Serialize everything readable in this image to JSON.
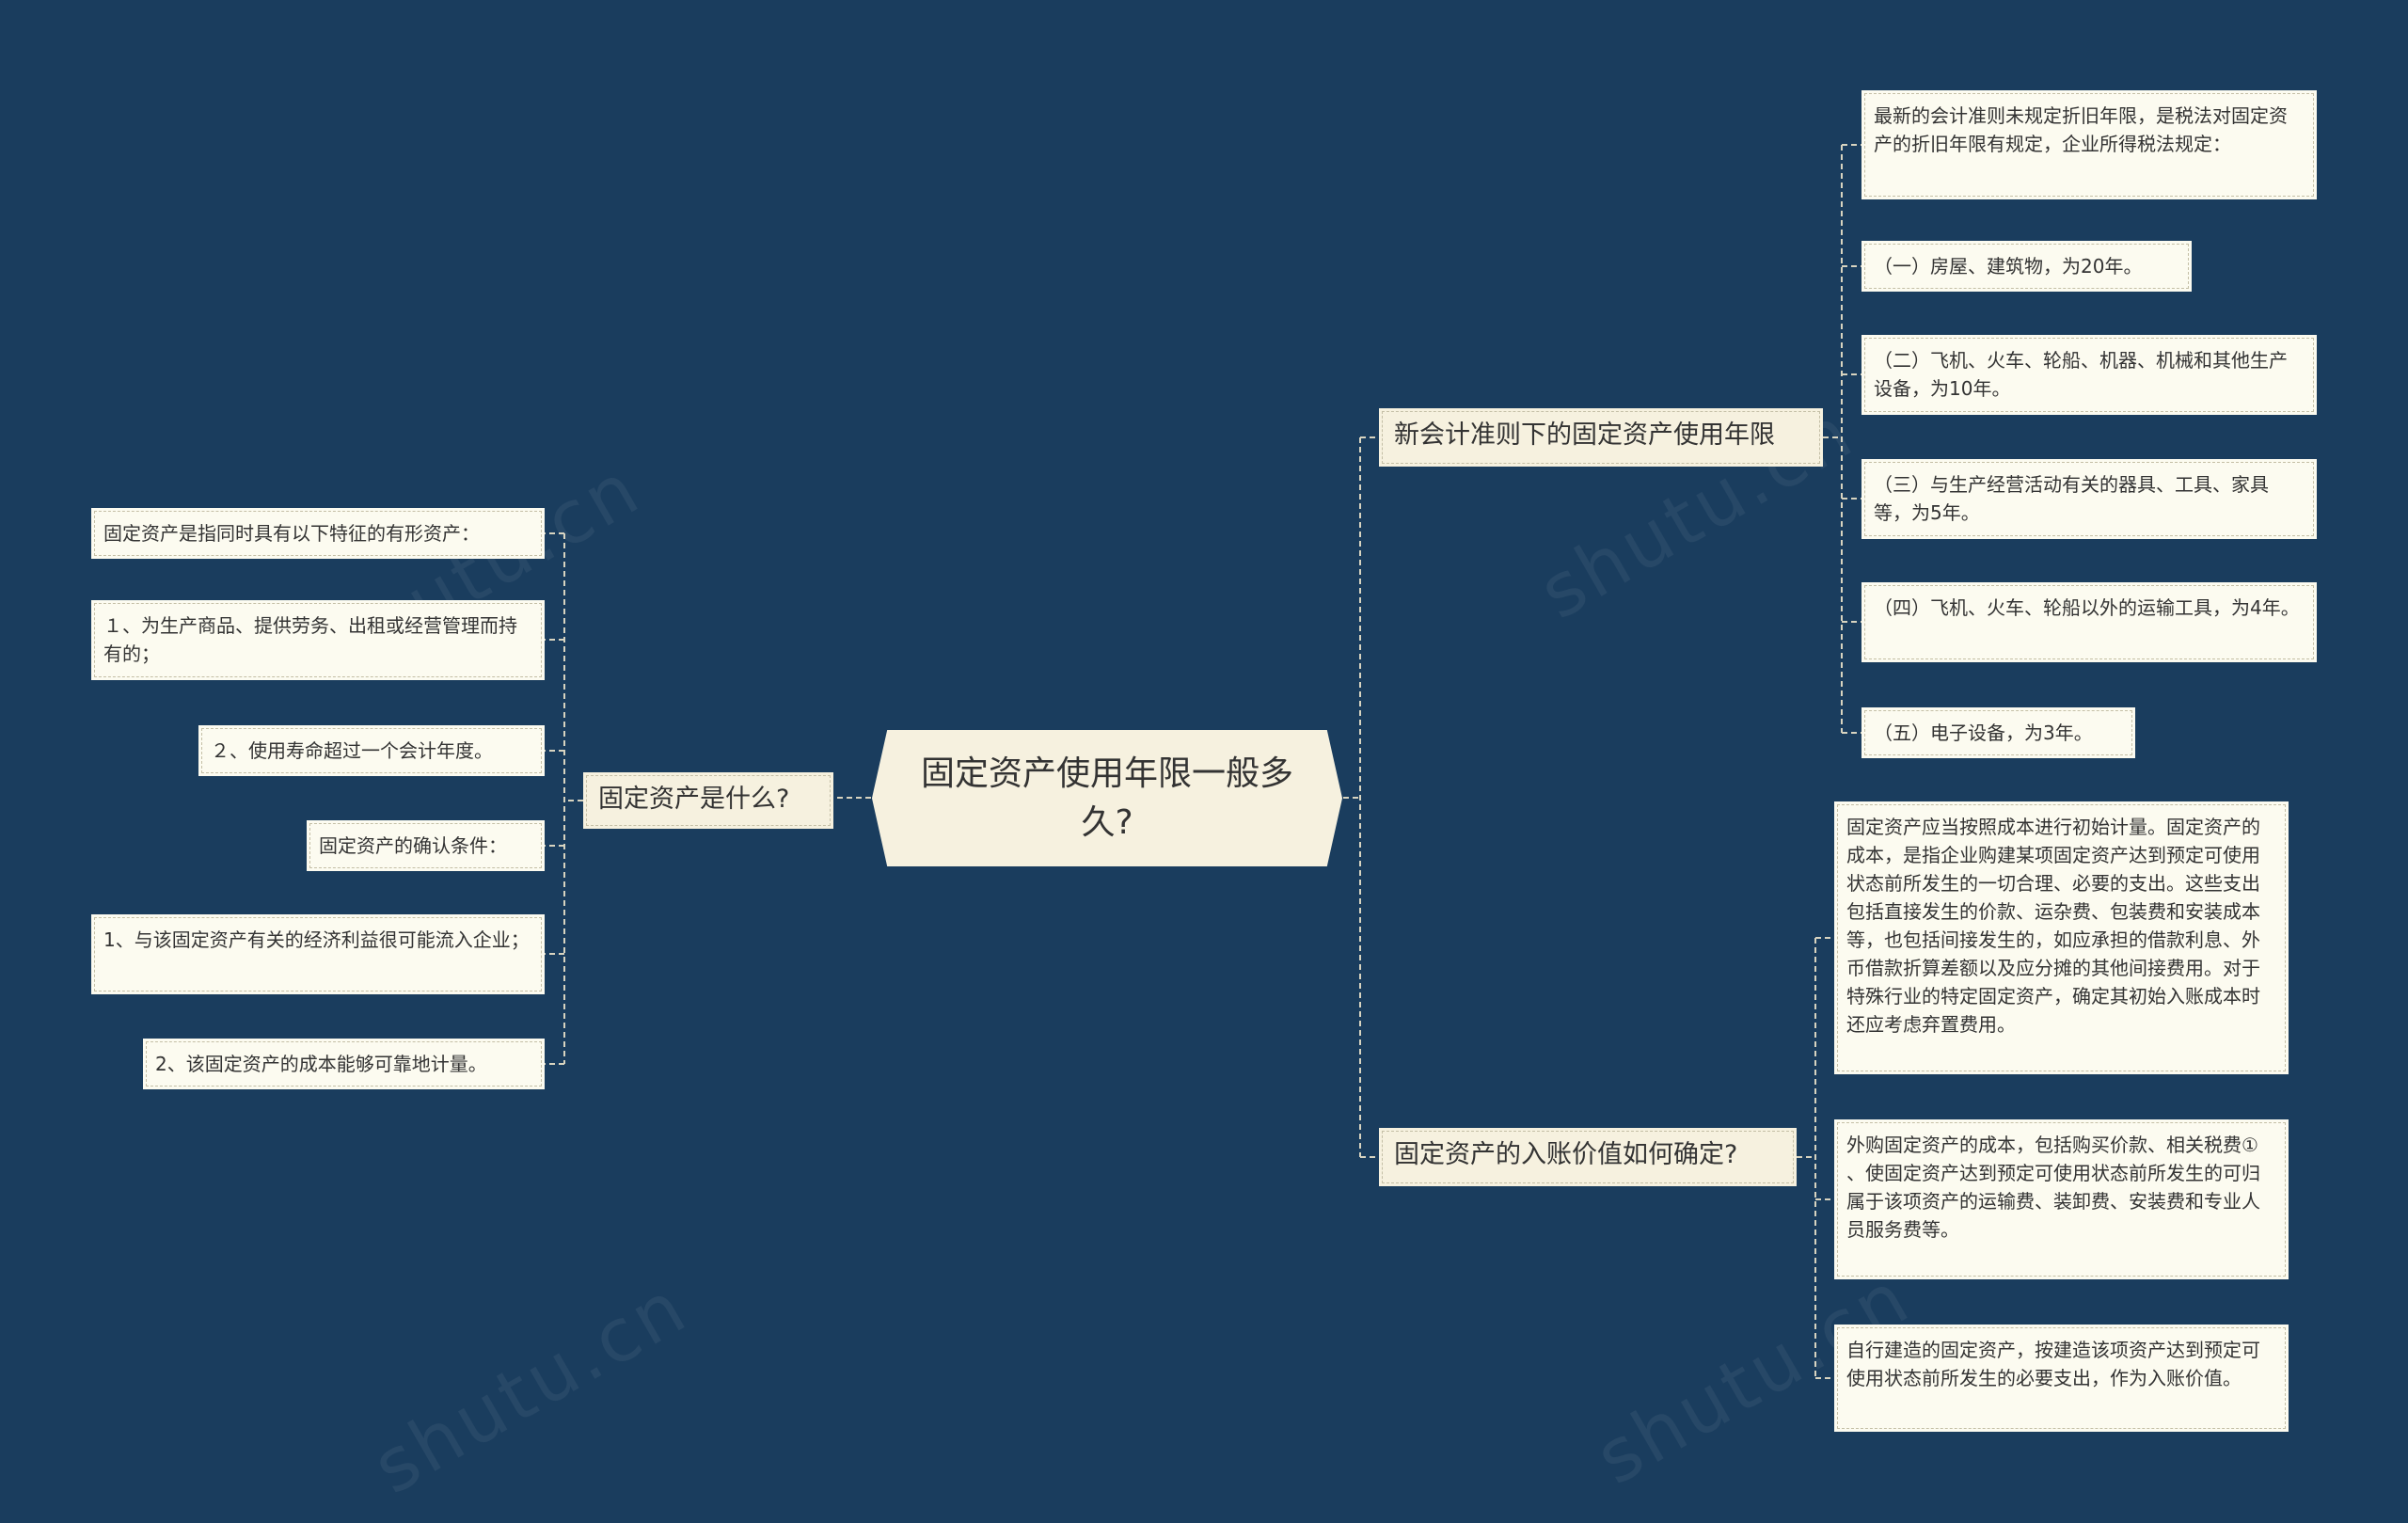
{
  "colors": {
    "background": "#1a3d5e",
    "node_fill": "#fcfbf0",
    "root_fill": "#f6f1df",
    "link": "#d8d4c0"
  },
  "root": {
    "text": "固定资产使用年限一般多久?"
  },
  "branches": {
    "left": {
      "title": "固定资产是什么?",
      "children": [
        "固定资产是指同时具有以下特征的有形资产：",
        "１、为生产商品、提供劳务、出租或经营管理而持有的；",
        "２、使用寿命超过一个会计年度。",
        "固定资产的确认条件：",
        "1、与该固定资产有关的经济利益很可能流入企业；",
        "2、该固定资产的成本能够可靠地计量。"
      ]
    },
    "right_top": {
      "title": "新会计准则下的固定资产使用年限",
      "children": [
        "最新的会计准则未规定折旧年限，是税法对固定资产的折旧年限有规定，企业所得税法规定：",
        "（一）房屋、建筑物，为20年。",
        "（二）飞机、火车、轮船、机器、机械和其他生产设备，为10年。",
        "（三）与生产经营活动有关的器具、工具、家具等，为5年。",
        "（四）飞机、火车、轮船以外的运输工具，为4年。",
        "（五）电子设备，为3年。"
      ]
    },
    "right_bottom": {
      "title": "固定资产的入账价值如何确定?",
      "children": [
        "固定资产应当按照成本进行初始计量。固定资产的成本，是指企业购建某项固定资产达到预定可使用状态前所发生的一切合理、必要的支出。这些支出包括直接发生的价款、运杂费、包装费和安装成本等，也包括间接发生的，如应承担的借款利息、外币借款折算差额以及应分摊的其他间接费用。对于特殊行业的特定固定资产，确定其初始入账成本时还应考虑弃置费用。",
        "外购固定资产的成本，包括购买价款、相关税费①\n、使固定资产达到预定可使用状态前所发生的可归属于该项资产的运输费、装卸费、安装费和专业人员服务费等。",
        "自行建造的固定资产，按建造该项资产达到预定可使用状态前所发生的必要支出，作为入账价值。"
      ]
    }
  }
}
